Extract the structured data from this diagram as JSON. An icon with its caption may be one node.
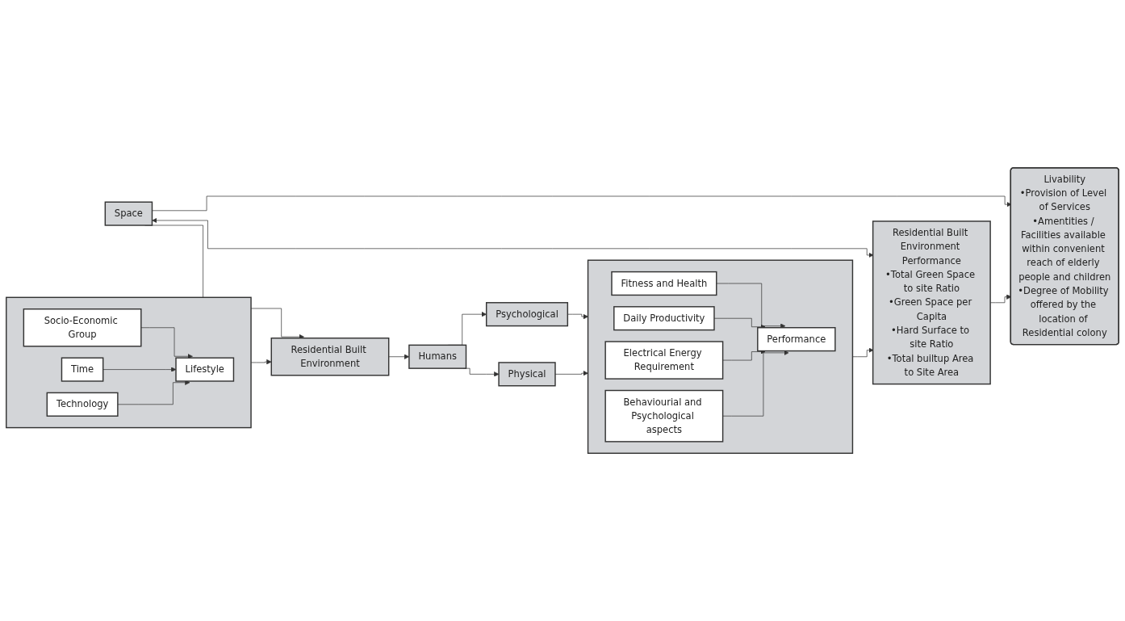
{
  "diagram": {
    "nodes": [
      {
        "text": [],
        "shape": "box"
      },
      {
        "text": [
          "Socio-Economic Group"
        ],
        "in": 0
      },
      {
        "text": [
          "Time"
        ],
        "in": 0
      },
      {
        "text": [
          "Technology"
        ],
        "in": 0
      },
      {
        "text": [
          "Lifestyle"
        ],
        "in": 0
      },
      {
        "text": [
          "Residential Built Environment"
        ]
      },
      {
        "text": [
          "Humans"
        ]
      },
      {
        "text": [
          "Psychological"
        ]
      },
      {
        "text": [
          "Physical"
        ]
      },
      {
        "text": [
          "Livability",
          "•Provision of Level of Services",
          "•Amentities / Facilities available within convenient reach of elderly people and children",
          "•Degree of Mobility offered by the location of Residential colony"
        ]
      },
      {
        "text": [
          "Space"
        ]
      },
      {
        "text": [
          "Residential Built Environment Performance",
          "•Total Green Space to site Ratio",
          "•Green Space per Capita",
          "•Hard Surface to site Ratio",
          "•Total builtup Area to Site Area"
        ]
      },
      {
        "text": [],
        "shape": "box"
      },
      {
        "text": [
          "Fitness and Health"
        ],
        "in": 12
      },
      {
        "text": [
          "Daily Productivity"
        ],
        "in": 12
      },
      {
        "text": [
          "Performance"
        ],
        "in": 12
      },
      {
        "text": [
          "Electrical Energy Requirement"
        ],
        "in": 12
      },
      {
        "text": [
          "Behaviourial and Psychological aspects"
        ],
        "in": 12
      }
    ],
    "edges": [
      {
        "from": 1,
        "to": 4,
        "arrow": "to"
      },
      {
        "from": 2,
        "to": 4,
        "arrow": "to"
      },
      {
        "from": 3,
        "to": 4,
        "arrow": "to"
      },
      {
        "from": 0,
        "to": 5,
        "arrow": "to"
      },
      {
        "from": 10,
        "to": 5,
        "arrow": "to"
      },
      {
        "from": 5,
        "to": 6,
        "arrow": "to"
      },
      {
        "from": 6,
        "to": 7,
        "arrow": "to"
      },
      {
        "from": 6,
        "to": 8,
        "arrow": "to"
      },
      {
        "from": 7,
        "to": 12,
        "arrow": "to"
      },
      {
        "from": 8,
        "to": 12,
        "arrow": "to"
      },
      {
        "from": 13,
        "to": 15,
        "arrow": "to"
      },
      {
        "from": 14,
        "to": 15,
        "arrow": "to"
      },
      {
        "from": 16,
        "to": 15,
        "arrow": "to"
      },
      {
        "from": 17,
        "to": 15,
        "arrow": "to"
      },
      {
        "from": 12,
        "to": 11,
        "arrow": "to"
      },
      {
        "from": 10,
        "to": 11,
        "arrow": "both"
      },
      {
        "from": 10,
        "to": 9,
        "arrow": "to"
      },
      {
        "from": 11,
        "to": 9,
        "arrow": "to"
      }
    ]
  }
}
